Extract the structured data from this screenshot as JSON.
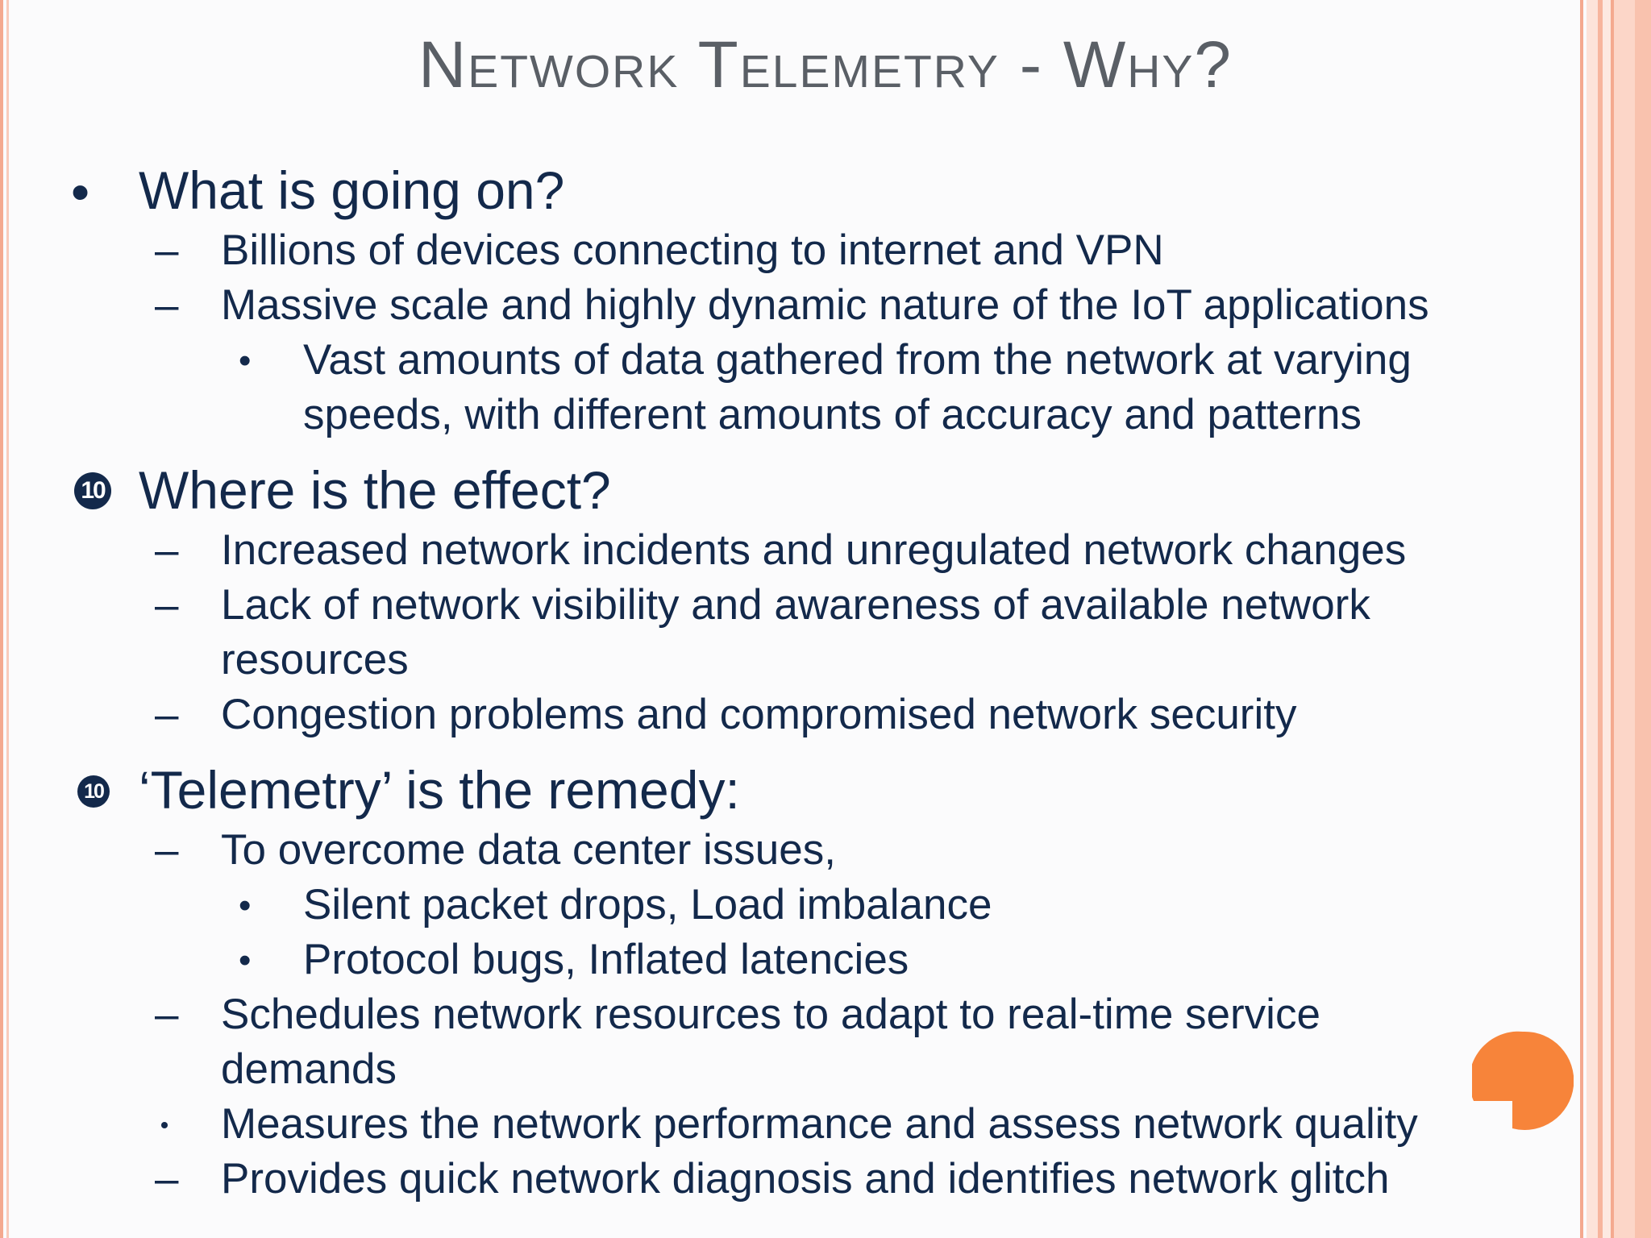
{
  "title": "Network Telemetry - Why?",
  "colors": {
    "text": "#13294b",
    "title": "#5a5f66",
    "accent": "#f7843a",
    "border": "#f4a98f"
  },
  "sections": [
    {
      "heading": "What is going on?",
      "bullet": "•",
      "items": [
        "Billions of devices connecting to internet and VPN",
        "Massive scale and highly dynamic nature of the IoT applications"
      ],
      "subitems": [
        "Vast amounts of data gathered from the network at varying",
        "speeds, with different amounts of accuracy and patterns"
      ]
    },
    {
      "heading": "Where is the effect?",
      "bullet": "10",
      "items": [
        "Increased network incidents and unregulated network changes",
        "Lack of network visibility and awareness of available network",
        "resources",
        "Congestion problems and compromised network security"
      ]
    },
    {
      "heading": "‘Telemetry’ is the remedy:",
      "bullet": "10",
      "items": [
        "To overcome data center issues,",
        "Schedules network resources to adapt to real-time service",
        "demands",
        "Measures the network performance and assess network quality",
        "Provides quick network diagnosis and identifies network glitch"
      ],
      "subitems": [
        "Silent packet drops, Load imbalance",
        "Protocol bugs, Inflated latencies"
      ]
    }
  ],
  "marks": {
    "dash": "–",
    "dot": "•"
  }
}
